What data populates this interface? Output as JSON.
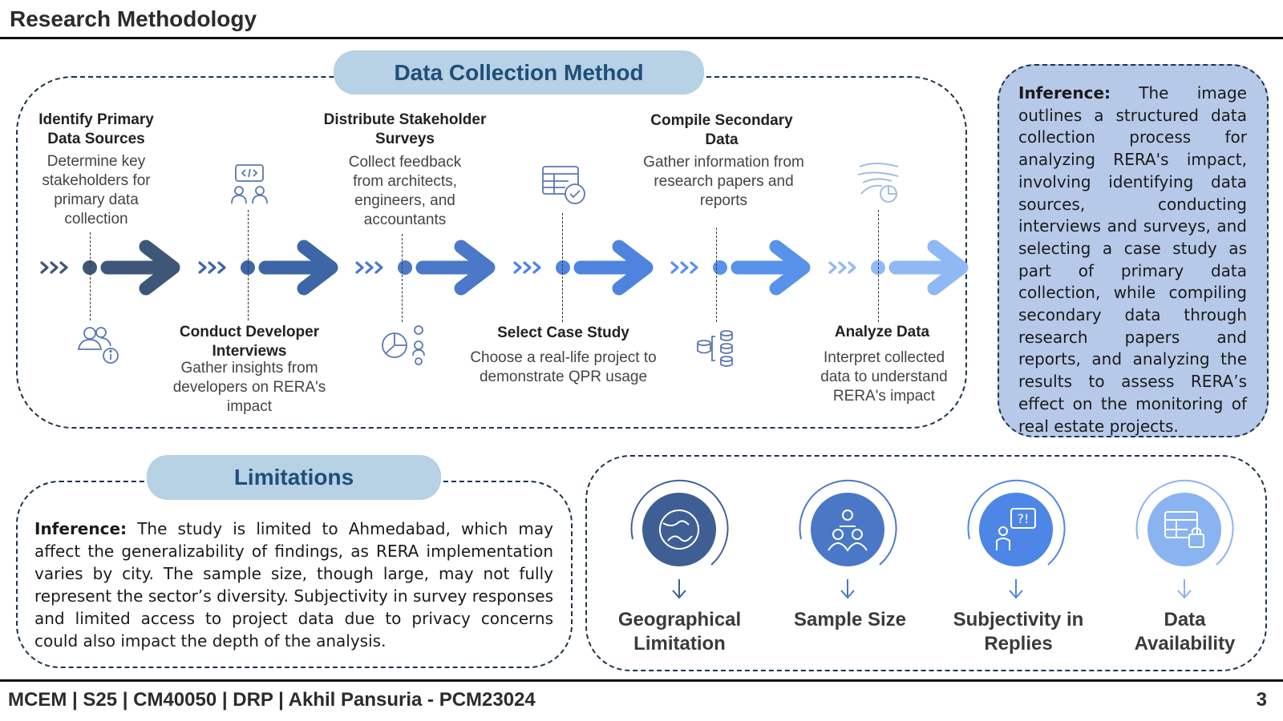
{
  "page": {
    "title": "Research Methodology",
    "footer": "MCEM | S25 |  CM40050 | DRP | Akhil Pansuria - PCM23024",
    "page_number": "3"
  },
  "data_collection": {
    "heading": "Data Collection Method",
    "steps": [
      {
        "title": "Identify Primary Data Sources",
        "desc": "Determine key stakeholders for primary data collection",
        "icon": "people-info-icon",
        "color": "#3e5678"
      },
      {
        "title": "Conduct Developer Interviews",
        "desc": "Gather insights from developers on RERA's impact",
        "icon": "people-code-icon",
        "color": "#3d66a6"
      },
      {
        "title": "Distribute Stakeholder Surveys",
        "desc": "Collect feedback from architects, engineers, and accountants",
        "icon": "pie-chart-people-icon",
        "color": "#4b79c8"
      },
      {
        "title": "Select Case Study",
        "desc": "Choose a real-life  project to demonstrate QPR usage",
        "icon": "table-check-icon",
        "color": "#4f84de"
      },
      {
        "title": "Compile Secondary Data",
        "desc": "Gather information from research papers and reports",
        "icon": "database-tree-icon",
        "color": "#5892ea"
      },
      {
        "title": "Analyze Data",
        "desc": "Interpret collected data to understand RERA's impact",
        "icon": "analytics-wind-icon",
        "color": "#8fb8f5"
      }
    ],
    "inference_label": "Inference:",
    "inference_text": " The image outlines a structured data collection process for analyzing RERA's impact, involving identifying data sources, conducting interviews and surveys, and selecting a case study as part of primary data collection, while compiling secondary data through research papers and reports, and analyzing the results to assess RERA’s effect on the monitoring of real estate projects."
  },
  "limitations": {
    "heading": "Limitations",
    "inference_label": "Inference:",
    "inference_text": " The study is limited to Ahmedabad, which may affect the generalizability of findings, as RERA implementation varies by city. The sample size, though large, may not fully represent the sector’s diversity. Subjectivity in survey responses and limited access to project data due to privacy concerns could also impact the depth of the analysis.",
    "items": [
      {
        "label": "Geographical Limitation",
        "icon": "globe-icon",
        "color": "#3f5e94"
      },
      {
        "label": "Sample Size",
        "icon": "people-group-icon",
        "color": "#4a78c6"
      },
      {
        "label": "Subjectivity in Replies",
        "icon": "person-question-icon",
        "color": "#4d86e6"
      },
      {
        "label": "Data Availability",
        "icon": "table-lock-icon",
        "color": "#8ab3f1"
      }
    ]
  }
}
